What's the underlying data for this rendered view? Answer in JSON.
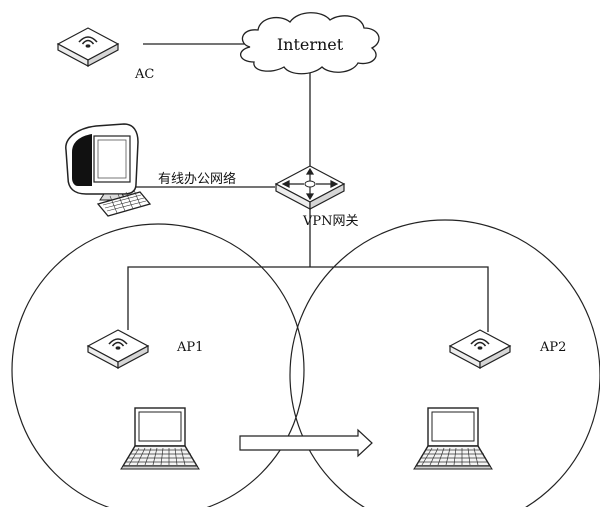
{
  "labels": {
    "internet": "Internet",
    "ac": "AC",
    "wired_office_network": "有线办公网络",
    "vpn_gateway": "VPN网关",
    "ap1": "AP1",
    "ap2": "AP2"
  },
  "icons": {
    "cloud": "cloud-icon",
    "access_controller": "access-point-icon",
    "desktop": "desktop-computer-icon",
    "gateway": "router-icon",
    "ap1": "access-point-icon",
    "ap2": "access-point-icon",
    "laptop_left": "laptop-icon",
    "laptop_right": "laptop-icon",
    "move_arrow": "arrow-right-icon"
  }
}
